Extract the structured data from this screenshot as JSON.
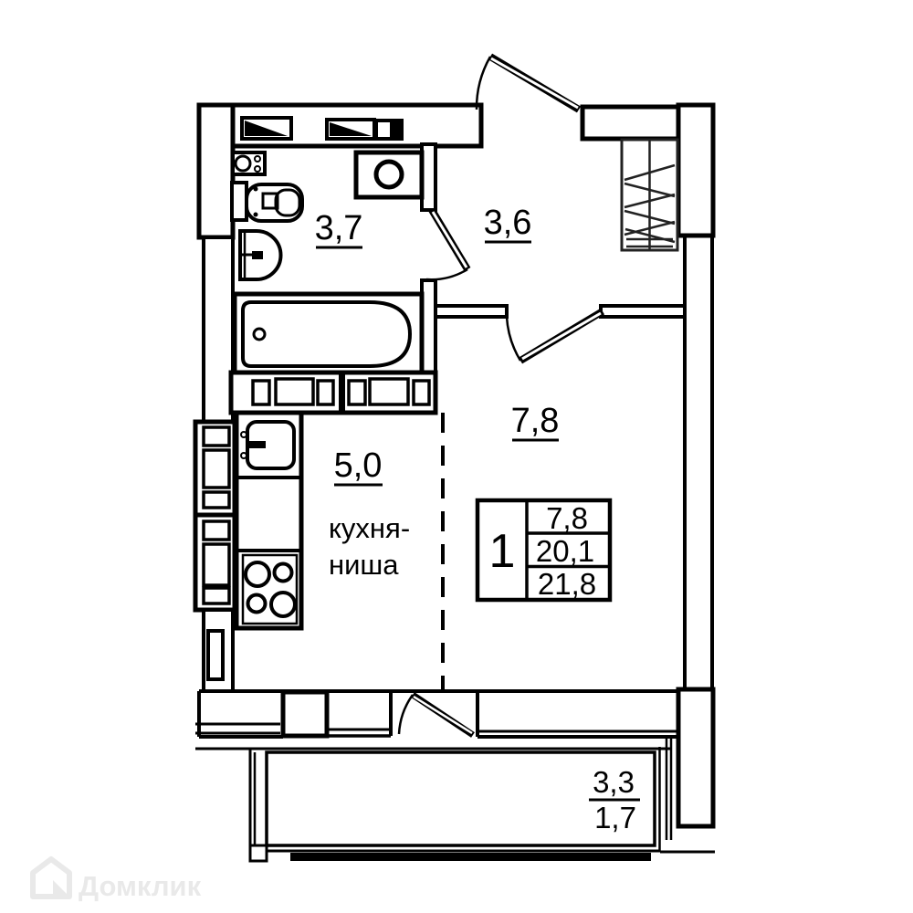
{
  "watermark": {
    "brand": "Домклик"
  },
  "colors": {
    "line": "#000000",
    "background": "#ffffff",
    "watermark": "#e9e9e9",
    "wardrobe": "#222222"
  },
  "rooms": {
    "bathroom": {
      "area": "3,7"
    },
    "hallway": {
      "area": "3,6"
    },
    "living_room": {
      "area": "7,8"
    },
    "kitchen": {
      "area": "5,0",
      "name_line1": "кухня-",
      "name_line2": "ниша"
    },
    "balcony": {
      "area_total": "3,3",
      "area_counted": "1,7"
    }
  },
  "summary_table": {
    "rooms_count": "1",
    "living_area": "7,8",
    "area_no_balcony": "20,1",
    "total_area": "21,8"
  }
}
